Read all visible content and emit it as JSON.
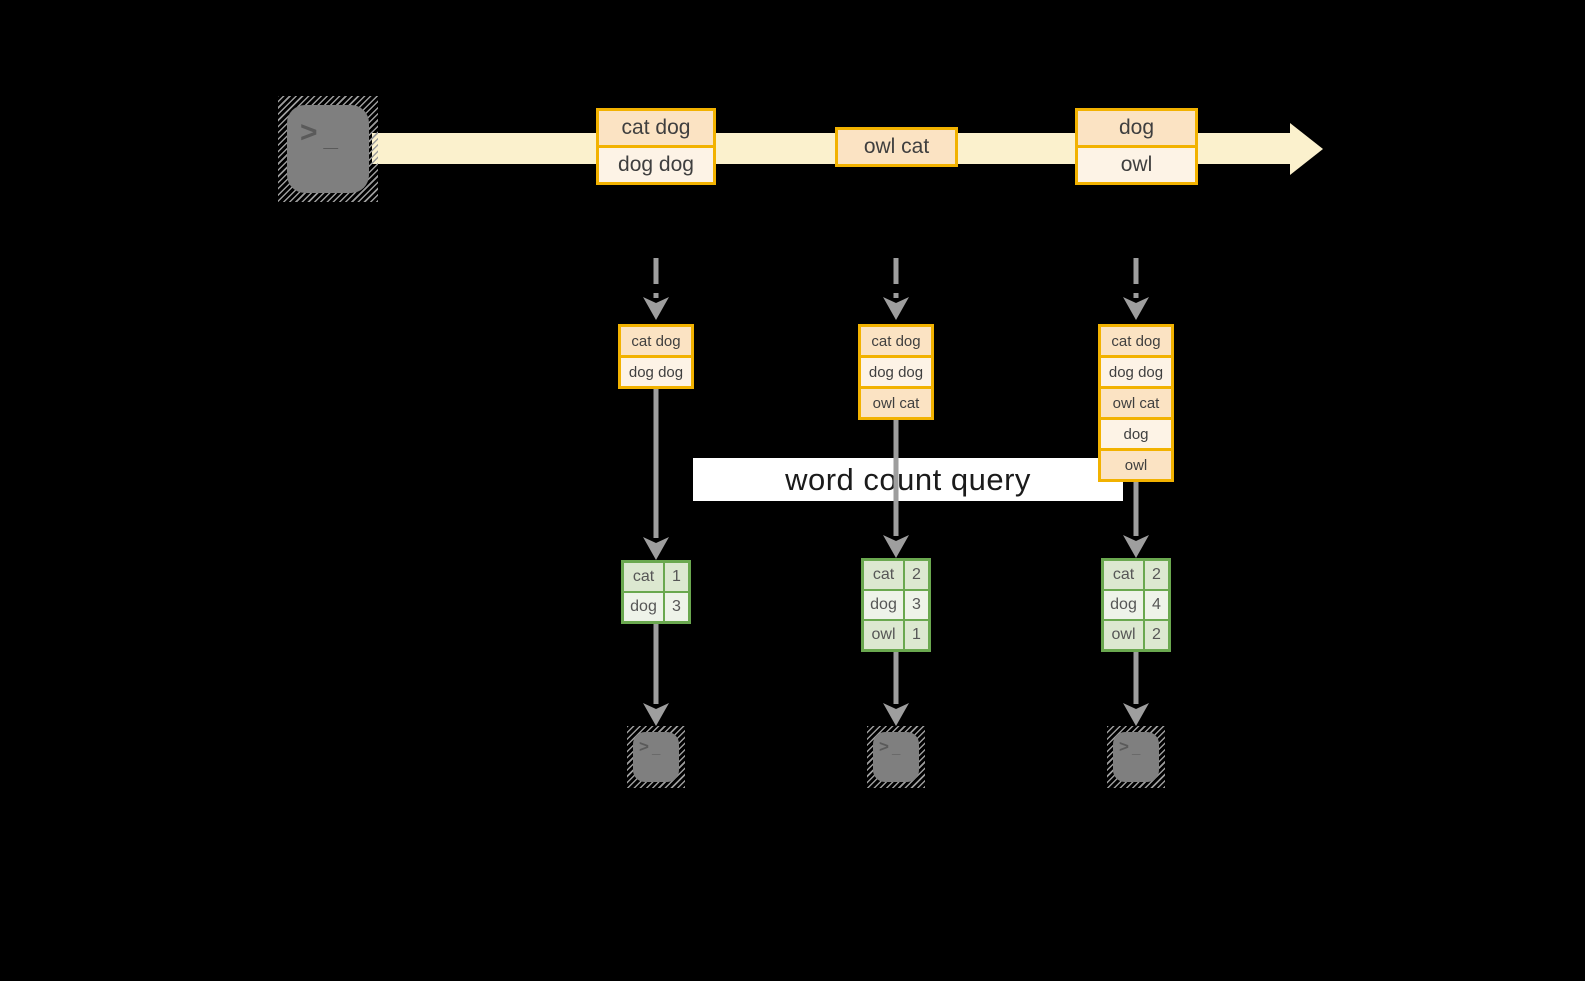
{
  "banner": {
    "label": "word count query"
  },
  "stream": {
    "records": [
      {
        "rows": [
          "cat dog",
          "dog dog"
        ]
      },
      {
        "rows": [
          "owl cat"
        ]
      },
      {
        "rows": [
          "dog",
          "owl"
        ]
      }
    ]
  },
  "states": [
    {
      "rows": [
        "cat dog",
        "dog dog"
      ]
    },
    {
      "rows": [
        "cat dog",
        "dog dog",
        "owl cat"
      ]
    },
    {
      "rows": [
        "cat dog",
        "dog dog",
        "owl cat",
        "dog",
        "owl"
      ]
    }
  ],
  "counts": [
    {
      "rows": [
        [
          "cat",
          "1"
        ],
        [
          "dog",
          "3"
        ]
      ]
    },
    {
      "rows": [
        [
          "cat",
          "2"
        ],
        [
          "dog",
          "3"
        ],
        [
          "owl",
          "1"
        ]
      ]
    },
    {
      "rows": [
        [
          "cat",
          "2"
        ],
        [
          "dog",
          "4"
        ],
        [
          "owl",
          "2"
        ]
      ]
    }
  ],
  "icons": {
    "terminal_prompt_chevron": ">",
    "terminal_prompt_underscore": "_"
  },
  "colors": {
    "amber": "#f2b200",
    "peach": "#fbe3c3",
    "cream": "#fdf3e6",
    "band": "#fbf1cd",
    "green": "#6aa84f",
    "green-a": "#dce8d0",
    "green-b": "#eef3e9",
    "terminal": "#7f7f7f",
    "arrow": "#9e9e9e",
    "banner-bg": "#ffffff"
  }
}
